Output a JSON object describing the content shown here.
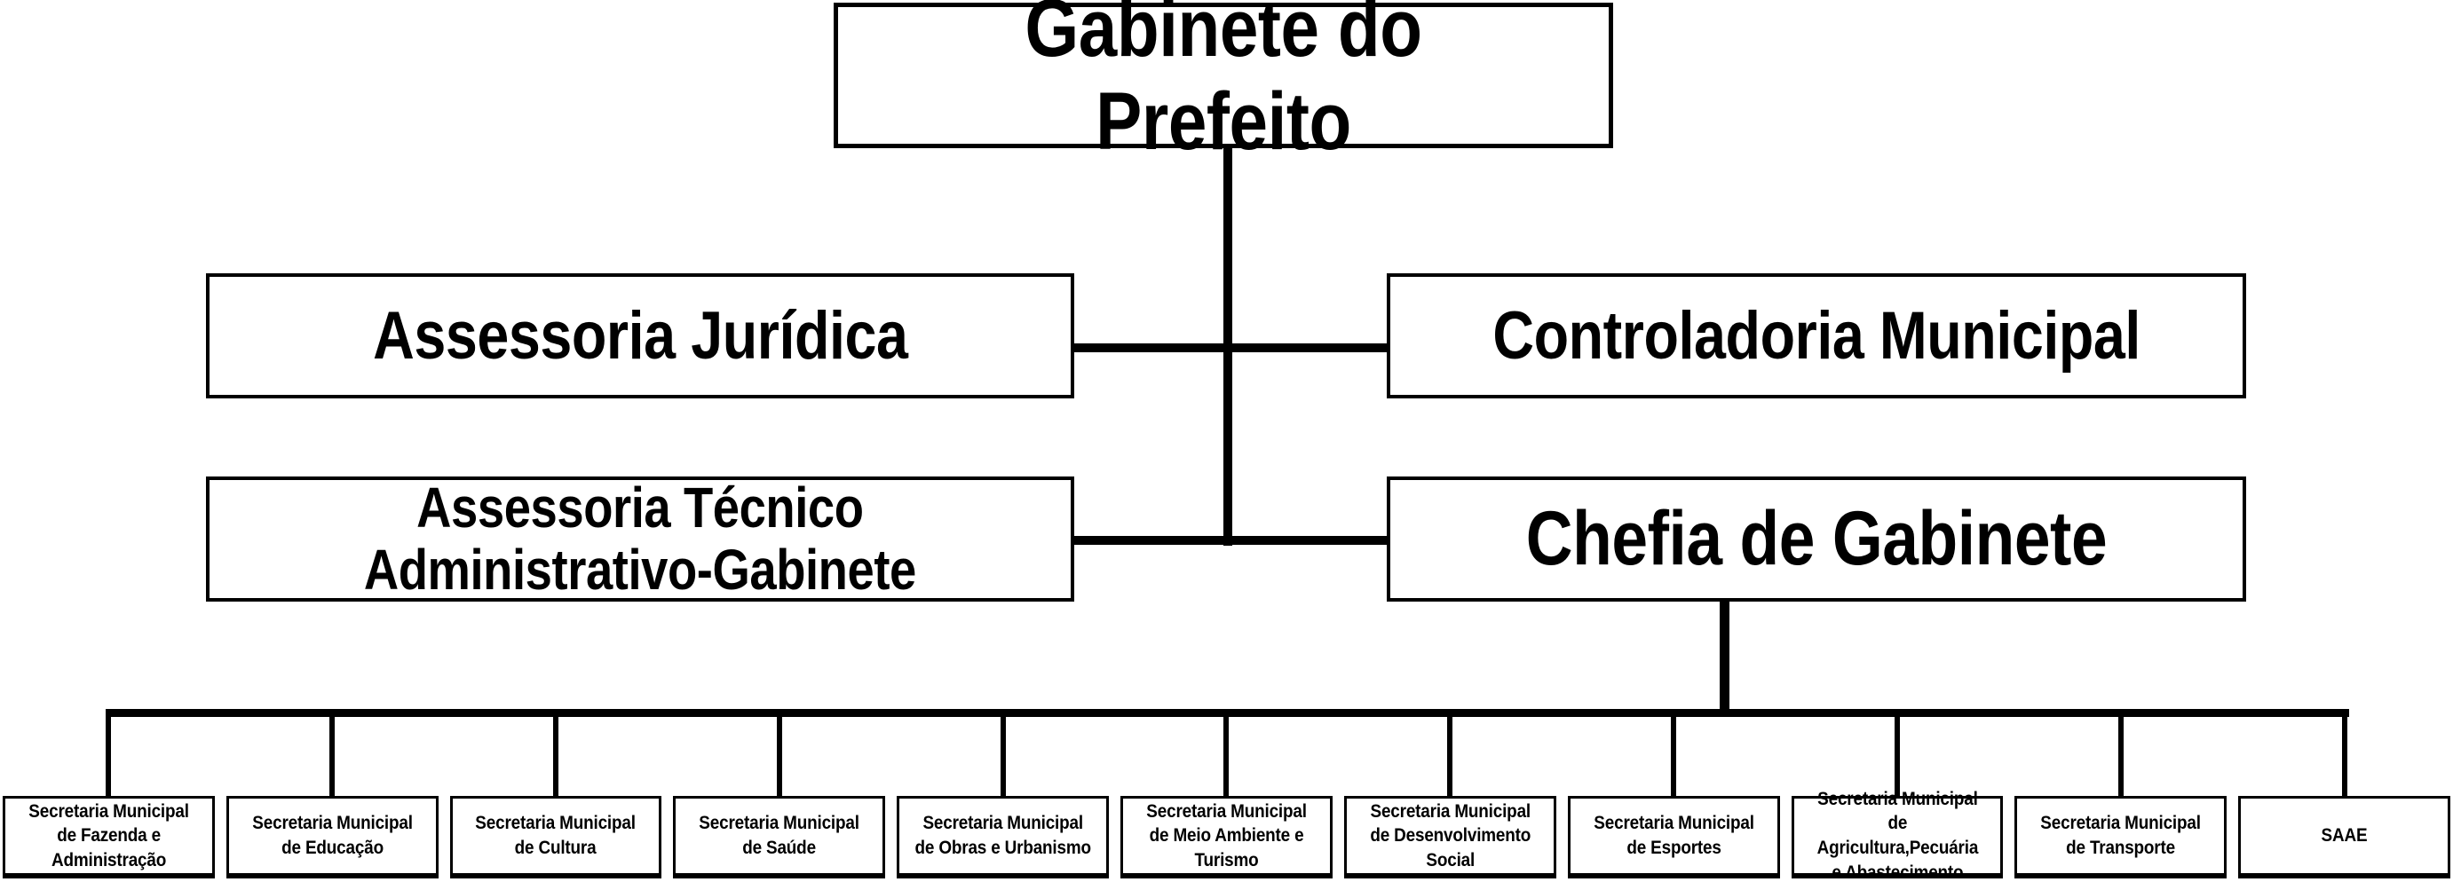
{
  "diagram": {
    "type": "org-chart",
    "colors": {
      "line": "#000000",
      "box_background": "#ffffff",
      "text": "#000000"
    },
    "root": {
      "label": "Gabinete do Prefeito"
    },
    "level2": [
      {
        "id": "assessoria-juridica",
        "label": "Assessoria Jurídica"
      },
      {
        "id": "controladoria-municipal",
        "label": "Controladoria Municipal"
      }
    ],
    "level3": [
      {
        "id": "assessoria-tecnico-administrativo-gabinete",
        "label": "Assessoria Técnico\nAdministrativo-Gabinete"
      },
      {
        "id": "chefia-de-gabinete",
        "label": "Chefia de Gabinete"
      }
    ],
    "secretariats": [
      {
        "label": "Secretaria Municipal\nde Fazenda e\nAdministração"
      },
      {
        "label": "Secretaria Municipal\nde Educação"
      },
      {
        "label": "Secretaria Municipal\nde Cultura"
      },
      {
        "label": "Secretaria Municipal\nde Saúde"
      },
      {
        "label": "Secretaria Municipal\nde Obras e Urbanismo"
      },
      {
        "label": "Secretaria Municipal\nde Meio Ambiente e\nTurismo"
      },
      {
        "label": "Secretaria Municipal\nde Desenvolvimento\nSocial"
      },
      {
        "label": "Secretaria Municipal\nde Esportes"
      },
      {
        "label": "Secretaria Municipal de\nAgricultura,Pecuária\ne Abastecimento"
      },
      {
        "label": "Secretaria Municipal\nde Transporte"
      },
      {
        "label": "SAAE"
      }
    ]
  }
}
